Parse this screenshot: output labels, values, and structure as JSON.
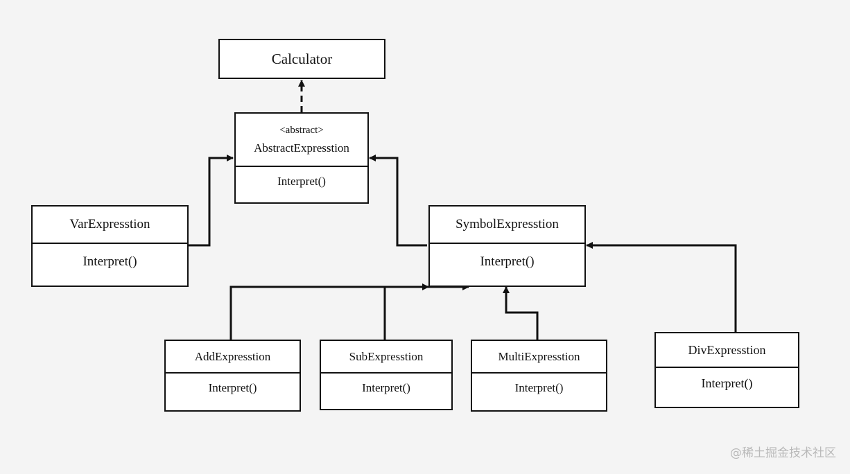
{
  "classes": {
    "calculator": {
      "name": "Calculator"
    },
    "abstract_expression": {
      "stereotype": "<abstract>",
      "name": "AbstractExpresstion",
      "method": "Interpret()"
    },
    "var_expression": {
      "name": "VarExpresstion",
      "method": "Interpret()"
    },
    "symbol_expression": {
      "name": "SymbolExpresstion",
      "method": "Interpret()"
    },
    "add_expression": {
      "name": "AddExpresstion",
      "method": "Interpret()"
    },
    "sub_expression": {
      "name": "SubExpresstion",
      "method": "Interpret()"
    },
    "multi_expression": {
      "name": "MultiExpresstion",
      "method": "Interpret()"
    },
    "div_expression": {
      "name": "DivExpresstion",
      "method": "Interpret()"
    }
  },
  "relations": [
    {
      "from": "AbstractExpresstion",
      "to": "Calculator",
      "style": "dashed"
    },
    {
      "from": "VarExpresstion",
      "to": "AbstractExpresstion",
      "style": "solid"
    },
    {
      "from": "SymbolExpresstion",
      "to": "AbstractExpresstion",
      "style": "solid"
    },
    {
      "from": "AddExpresstion",
      "to": "SymbolExpresstion",
      "style": "solid"
    },
    {
      "from": "SubExpresstion",
      "to": "SymbolExpresstion",
      "style": "solid"
    },
    {
      "from": "MultiExpresstion",
      "to": "SymbolExpresstion",
      "style": "solid"
    },
    {
      "from": "DivExpresstion",
      "to": "SymbolExpresstion",
      "style": "solid"
    }
  ],
  "watermark": "@稀土掘金技术社区",
  "colors": {
    "background": "#f4f4f4",
    "line": "#111111",
    "box_fill": "#ffffff",
    "watermark": "#b9b9b9"
  }
}
